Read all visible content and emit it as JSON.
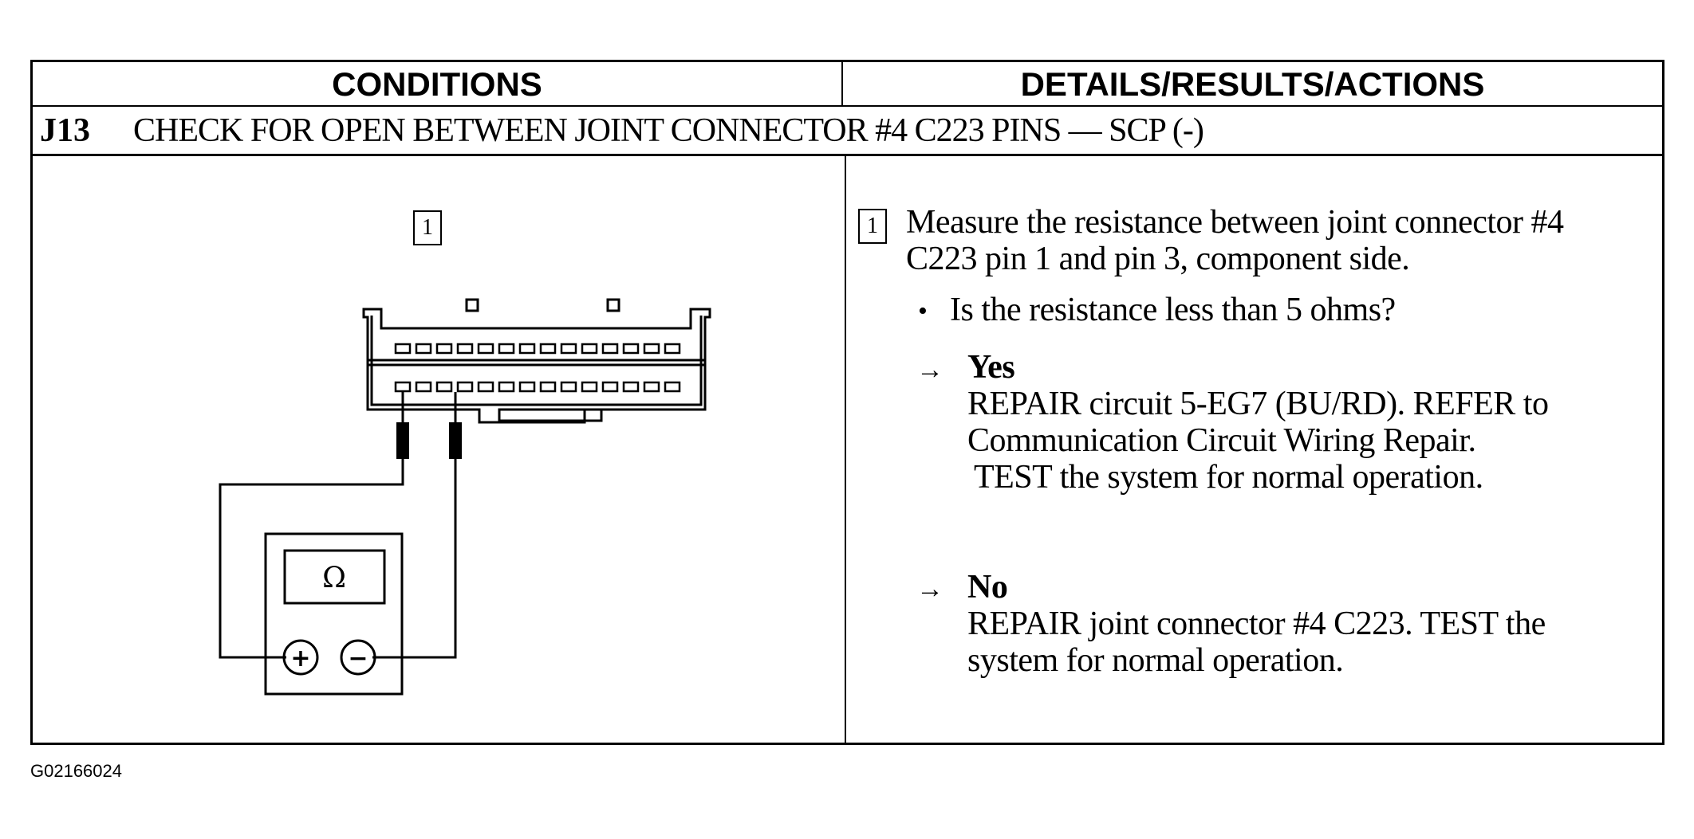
{
  "header": {
    "conditions": "CONDITIONS",
    "details": "DETAILS/RESULTS/ACTIONS"
  },
  "step": {
    "id": "J13",
    "title": "CHECK FOR OPEN BETWEEN JOINT CONNECTOR #4 C223 PINS — SCP (-)"
  },
  "diagram": {
    "step_marker": "1",
    "meter_symbol": "Ω",
    "plus_symbol": "+",
    "minus_symbol": "−"
  },
  "actions": {
    "step_marker": "1",
    "instruction_line1": "Measure the resistance between joint connector #4",
    "instruction_line2": "C223 pin 1 and pin 3, component side.",
    "question_bullet": "•",
    "question": "Is the resistance less than 5 ohms?",
    "yes_arrow": "→",
    "yes_label": "Yes",
    "yes_line1": "REPAIR circuit 5-EG7 (BU/RD). REFER to",
    "yes_line2": "Communication Circuit Wiring Repair.",
    "yes_line3": "TEST the system for normal  operation.",
    "no_arrow": "→",
    "no_label": "No",
    "no_line1": "REPAIR joint connector #4 C223. TEST the",
    "no_line2": "system for normal operation."
  },
  "figure_id": "G02166024"
}
